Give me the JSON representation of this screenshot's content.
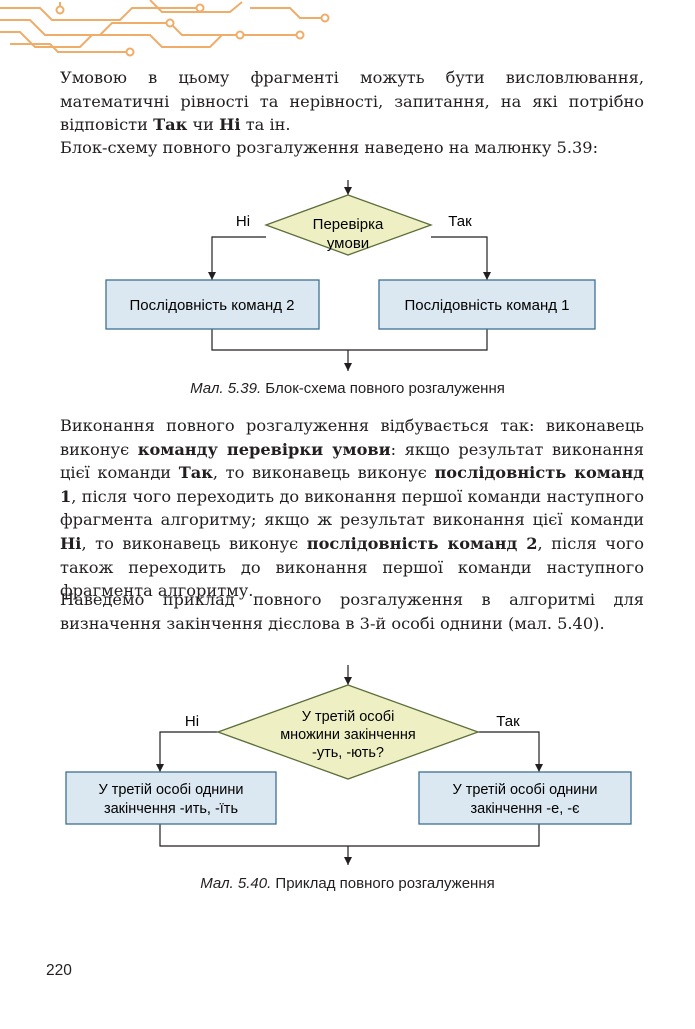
{
  "colors": {
    "process_fill": "#dbe8f1",
    "process_stroke": "#3f6f93",
    "decision_fill": "#eef0c4",
    "decision_stroke": "#5c6e3a",
    "decor": "#f0ad6a"
  },
  "paragraphs": {
    "p1": "Умовою в цьому фрагменті можуть бути висловлювання, математичні рівності та нерівності, запитання, на які потрібно відповісти",
    "p1_b1": "Так",
    "p1_t2": "чи",
    "p1_b2": "Ні",
    "p1_t3": "та ін.",
    "p2": "Блок-схему повного розгалуження наведено на малюнку 5.39:",
    "p3_t1": "Виконання повного розгалуження відбувається так: виконавець виконує",
    "p3_b1": "команду перевірки умови",
    "p3_t2": ": якщо результат виконання цієї команди",
    "p3_b2": "Так",
    "p3_t3": ", то виконавець виконує",
    "p3_b3": "послідовність команд 1",
    "p3_t4": ", після чого переходить до виконання першої команди наступного фрагмента алгоритму; якщо ж результат виконання цієї команди",
    "p3_b4": "Ні",
    "p3_t5": ", то виконавець виконує",
    "p3_b5": "послідовність команд 2",
    "p3_t6": ", після чого також переходить до виконання першої команди наступного фрагмента алгоритму.",
    "p4": "Наведемо приклад повного розгалуження в алгоритмі для визначення закінчення дієслова в 3-й особі однини (мал. 5.40)."
  },
  "figure1": {
    "decision_line1": "Перевірка",
    "decision_line2": "умови",
    "label_no": "Ні",
    "label_yes": "Так",
    "box_left": "Послідовність команд 2",
    "box_right": "Послідовність команд 1",
    "caption_num": "Мал. 5.39.",
    "caption_text": "Блок-схема повного розгалуження"
  },
  "figure2": {
    "decision_line1": "У третій особі",
    "decision_line2": "множини закінчення",
    "decision_line3": "-уть, -ють?",
    "label_no": "Ні",
    "label_yes": "Так",
    "box_left_line1": "У третій особі однини",
    "box_left_line2": "закінчення -ить, -їть",
    "box_right_line1": "У третій особі однини",
    "box_right_line2": "закінчення -е, -є",
    "caption_num": "Мал. 5.40.",
    "caption_text": "Приклад повного розгалуження"
  },
  "page_number": "220"
}
